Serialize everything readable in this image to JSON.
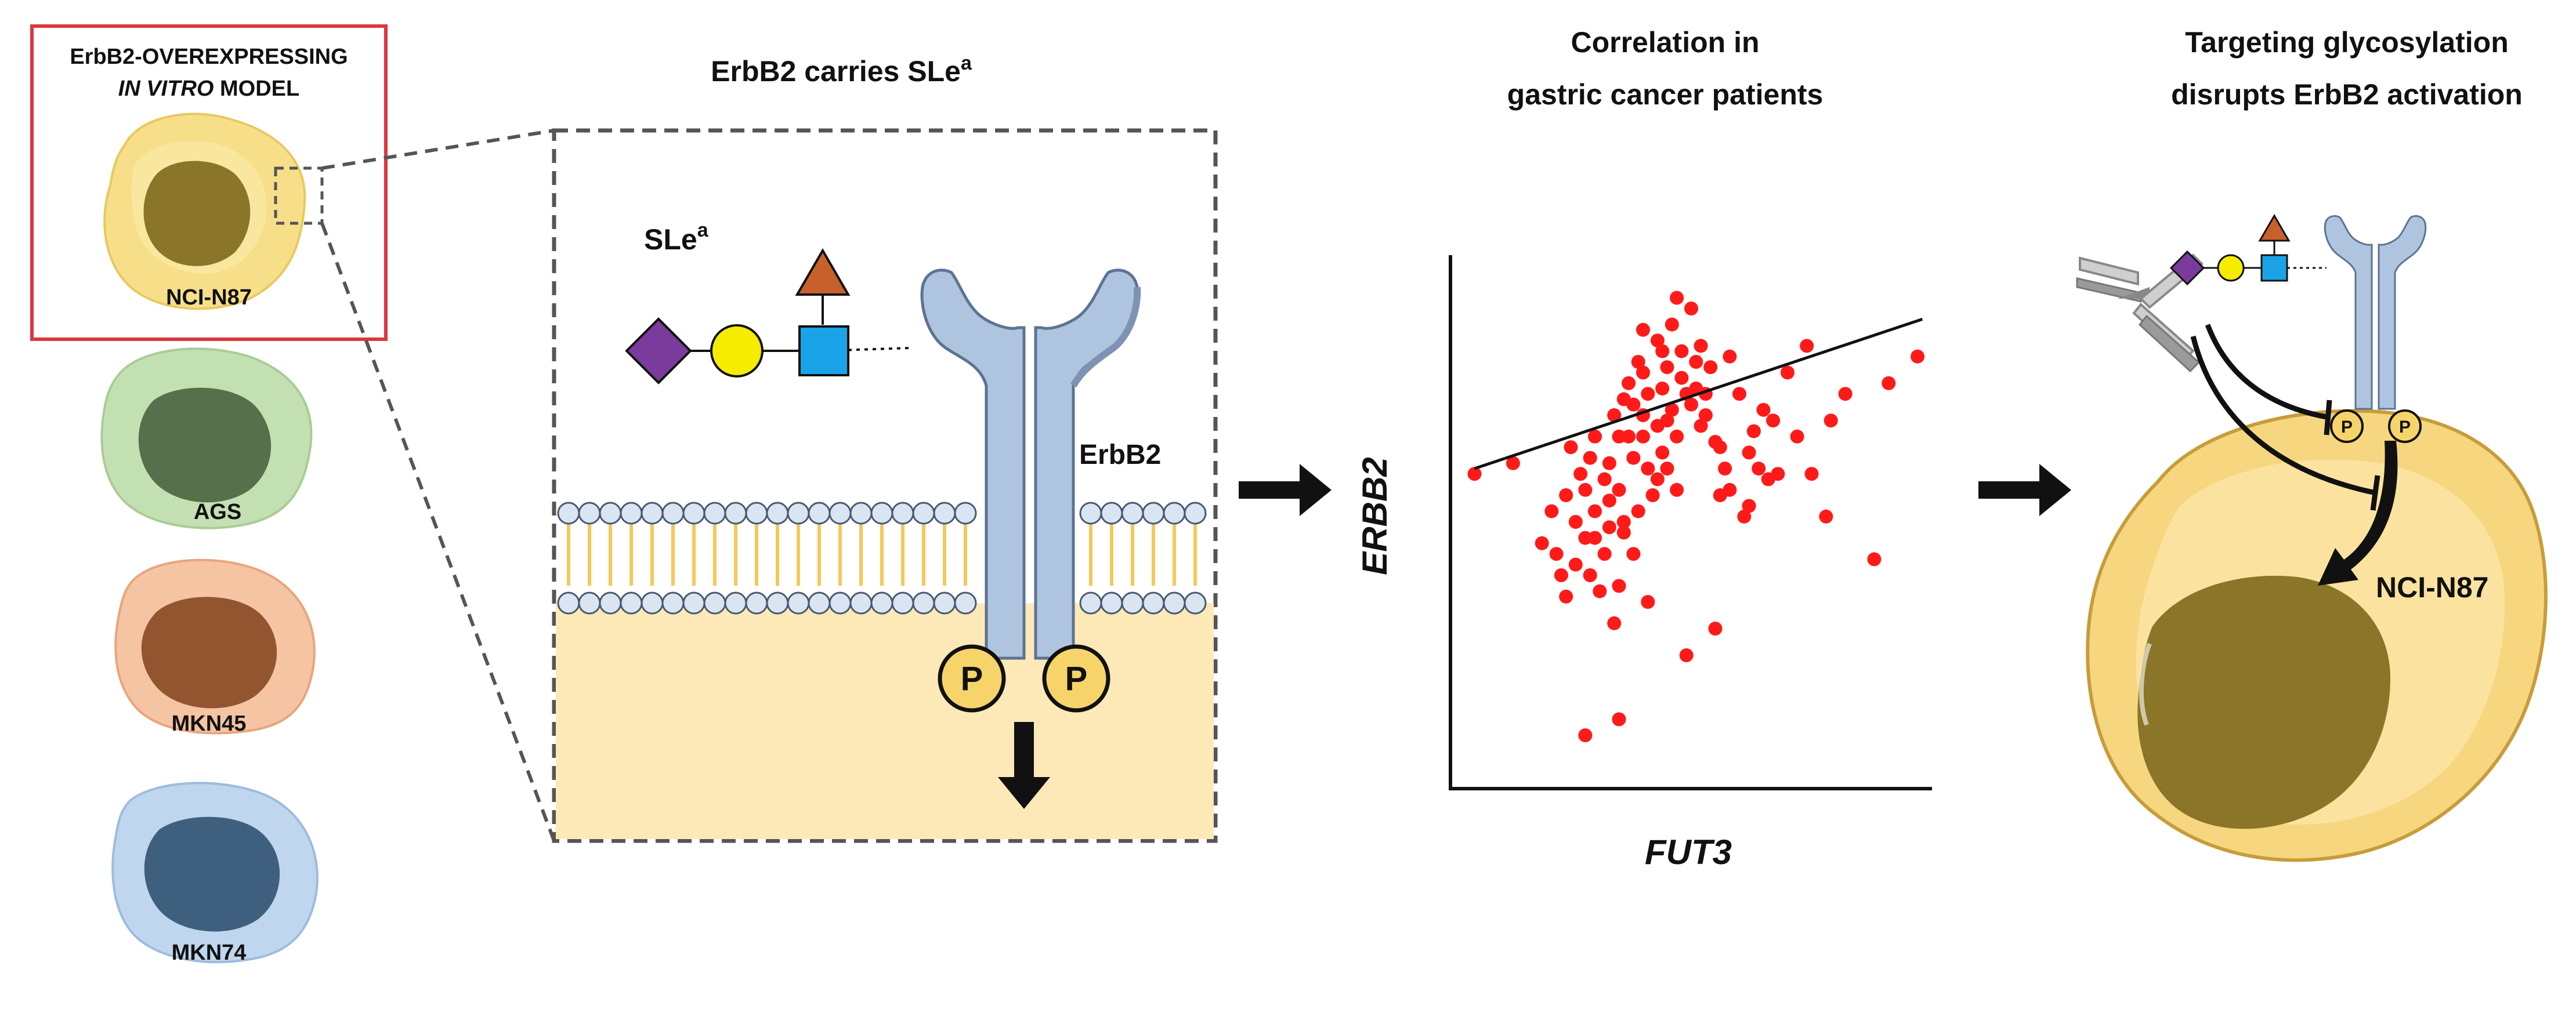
{
  "panel1": {
    "title_line1": "ErbB2-OVEREXPRESSING",
    "title_line2_italic": "IN VITRO",
    "title_line2_rest": " MODEL",
    "cells": [
      {
        "label": "NCI-N87",
        "color": "#f7df8a",
        "nucleus": "#8a7528"
      },
      {
        "label": "AGS",
        "color": "#c3e0b3",
        "nucleus": "#55704a"
      },
      {
        "label": "MKN45",
        "color": "#f5c4a3",
        "nucleus": "#93552f"
      },
      {
        "label": "MKN74",
        "color": "#bfd6ee",
        "nucleus": "#3f5f7f"
      }
    ],
    "highlight_color": "#d9383e"
  },
  "panel2": {
    "title_main": "ErbB2 carries SLe",
    "title_sup": "a",
    "slea_label": "SLe",
    "slea_sup": "a",
    "receptor_label": "ErbB2",
    "phospho_label": "P"
  },
  "panel3": {
    "title_line1": "Correlation in",
    "title_line2": "gastric cancer patients",
    "chart_data": {
      "type": "scatter",
      "xlabel": "FUT3",
      "ylabel": "ERBB2",
      "title": "",
      "point_color": "#ff1a1a",
      "trendline": true,
      "x_ticks": false,
      "y_ticks": false,
      "points": [
        [
          0.05,
          0.59
        ],
        [
          0.13,
          0.61
        ],
        [
          0.19,
          0.46
        ],
        [
          0.22,
          0.44
        ],
        [
          0.21,
          0.52
        ],
        [
          0.24,
          0.55
        ],
        [
          0.23,
          0.4
        ],
        [
          0.26,
          0.42
        ],
        [
          0.26,
          0.5
        ],
        [
          0.28,
          0.47
        ],
        [
          0.28,
          0.56
        ],
        [
          0.3,
          0.52
        ],
        [
          0.29,
          0.4
        ],
        [
          0.29,
          0.62
        ],
        [
          0.31,
          0.37
        ],
        [
          0.32,
          0.58
        ],
        [
          0.3,
          0.66
        ],
        [
          0.27,
          0.59
        ],
        [
          0.25,
          0.64
        ],
        [
          0.24,
          0.36
        ],
        [
          0.33,
          0.49
        ],
        [
          0.33,
          0.54
        ],
        [
          0.33,
          0.61
        ],
        [
          0.35,
          0.66
        ],
        [
          0.35,
          0.38
        ],
        [
          0.34,
          0.7
        ],
        [
          0.36,
          0.73
        ],
        [
          0.37,
          0.76
        ],
        [
          0.36,
          0.5
        ],
        [
          0.38,
          0.72
        ],
        [
          0.38,
          0.44
        ],
        [
          0.38,
          0.62
        ],
        [
          0.4,
          0.86
        ],
        [
          0.39,
          0.8
        ],
        [
          0.4,
          0.78
        ],
        [
          0.41,
          0.74
        ],
        [
          0.4,
          0.7
        ],
        [
          0.4,
          0.66
        ],
        [
          0.41,
          0.6
        ],
        [
          0.42,
          0.55
        ],
        [
          0.43,
          0.58
        ],
        [
          0.43,
          0.84
        ],
        [
          0.44,
          0.82
        ],
        [
          0.44,
          0.75
        ],
        [
          0.45,
          0.79
        ],
        [
          0.45,
          0.69
        ],
        [
          0.46,
          0.87
        ],
        [
          0.46,
          0.71
        ],
        [
          0.47,
          0.92
        ],
        [
          0.47,
          0.66
        ],
        [
          0.48,
          0.82
        ],
        [
          0.49,
          0.74
        ],
        [
          0.5,
          0.9
        ],
        [
          0.5,
          0.72
        ],
        [
          0.51,
          0.75
        ],
        [
          0.51,
          0.8
        ],
        [
          0.52,
          0.83
        ],
        [
          0.52,
          0.68
        ],
        [
          0.53,
          0.74
        ],
        [
          0.54,
          0.79
        ],
        [
          0.55,
          0.65
        ],
        [
          0.56,
          0.55
        ],
        [
          0.57,
          0.6
        ],
        [
          0.58,
          0.81
        ],
        [
          0.58,
          0.56
        ],
        [
          0.6,
          0.74
        ],
        [
          0.61,
          0.51
        ],
        [
          0.62,
          0.63
        ],
        [
          0.62,
          0.53
        ],
        [
          0.63,
          0.67
        ],
        [
          0.64,
          0.6
        ],
        [
          0.65,
          0.71
        ],
        [
          0.66,
          0.58
        ],
        [
          0.67,
          0.69
        ],
        [
          0.68,
          0.59
        ],
        [
          0.7,
          0.78
        ],
        [
          0.72,
          0.66
        ],
        [
          0.74,
          0.83
        ],
        [
          0.75,
          0.59
        ],
        [
          0.78,
          0.51
        ],
        [
          0.79,
          0.69
        ],
        [
          0.82,
          0.74
        ],
        [
          0.88,
          0.43
        ],
        [
          0.91,
          0.76
        ],
        [
          0.97,
          0.81
        ],
        [
          0.55,
          0.3
        ],
        [
          0.49,
          0.25
        ],
        [
          0.41,
          0.35
        ],
        [
          0.32,
          0.44
        ],
        [
          0.34,
          0.31
        ],
        [
          0.39,
          0.52
        ],
        [
          0.44,
          0.63
        ],
        [
          0.47,
          0.56
        ],
        [
          0.48,
          0.77
        ],
        [
          0.53,
          0.7
        ],
        [
          0.56,
          0.64
        ],
        [
          0.43,
          0.68
        ],
        [
          0.37,
          0.66
        ],
        [
          0.35,
          0.56
        ],
        [
          0.3,
          0.47
        ],
        [
          0.28,
          0.1
        ],
        [
          0.35,
          0.13
        ],
        [
          0.36,
          0.48
        ],
        [
          0.45,
          0.6
        ]
      ],
      "trend": [
        [
          0.05,
          0.6
        ],
        [
          0.98,
          0.88
        ]
      ]
    }
  },
  "panel4": {
    "title_line1": "Targeting glycosylation",
    "title_line2": "disrupts ErbB2 activation",
    "cell_label": "NCI-N87",
    "phospho_label": "P"
  }
}
